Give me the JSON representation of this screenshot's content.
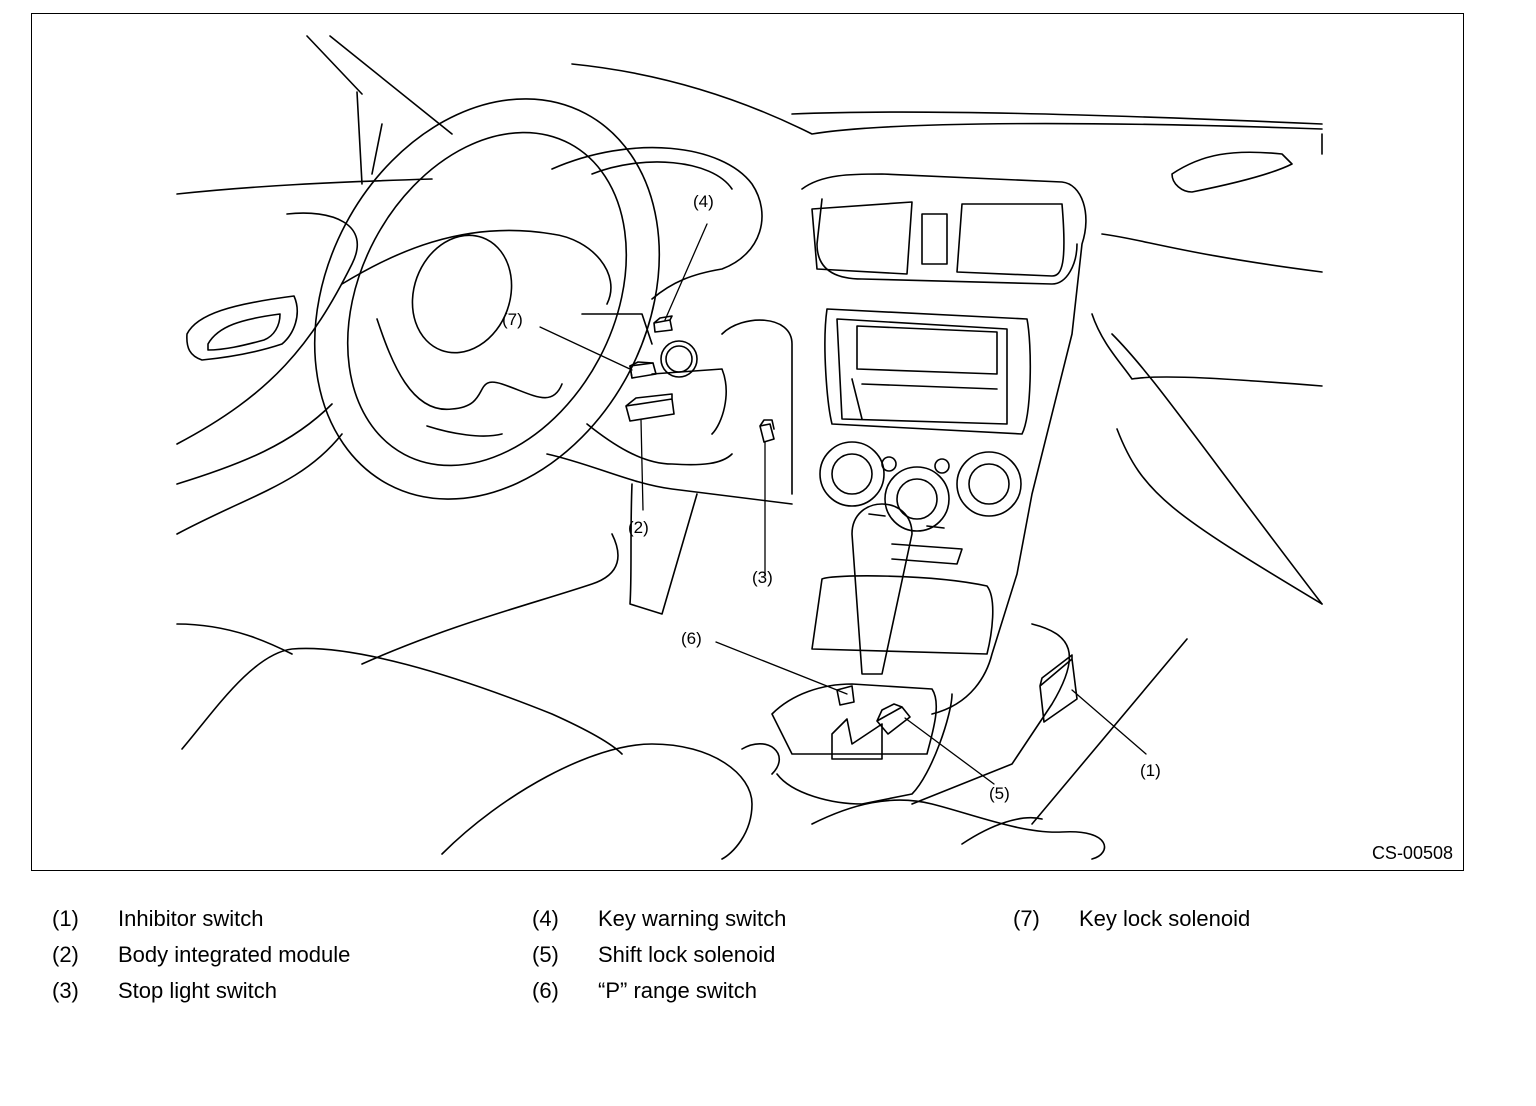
{
  "figure_id": "CS-00508",
  "callouts": {
    "c1": "(1)",
    "c2": "(2)",
    "c3": "(3)",
    "c4": "(4)",
    "c5": "(5)",
    "c6": "(6)",
    "c7": "(7)"
  },
  "legend": [
    {
      "num": "(1)",
      "label": "Inhibitor switch"
    },
    {
      "num": "(2)",
      "label": "Body integrated module"
    },
    {
      "num": "(3)",
      "label": "Stop light switch"
    },
    {
      "num": "(4)",
      "label": "Key warning switch"
    },
    {
      "num": "(5)",
      "label": "Shift lock solenoid"
    },
    {
      "num": "(6)",
      "label": "“P” range switch"
    },
    {
      "num": "(7)",
      "label": "Key lock solenoid"
    }
  ],
  "colors": {
    "line": "#000000",
    "background": "#ffffff"
  }
}
